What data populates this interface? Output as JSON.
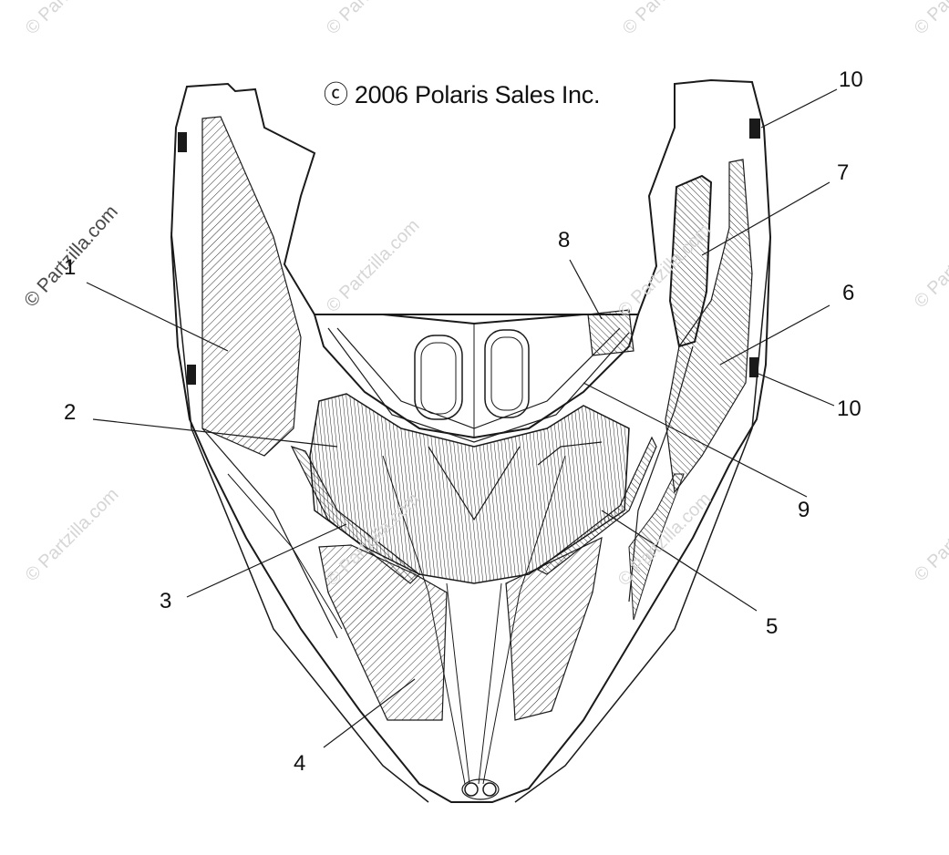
{
  "copyright": "ⓒ 2006 Polaris Sales Inc.",
  "watermark": "© Partzilla.com",
  "callouts": [
    "1",
    "2",
    "3",
    "4",
    "5",
    "6",
    "7",
    "8",
    "9",
    "10",
    "10"
  ],
  "colors": {
    "line": "#1a1a1a",
    "hatch": "#2a2a2a",
    "watermark": "#d6d6d6"
  }
}
